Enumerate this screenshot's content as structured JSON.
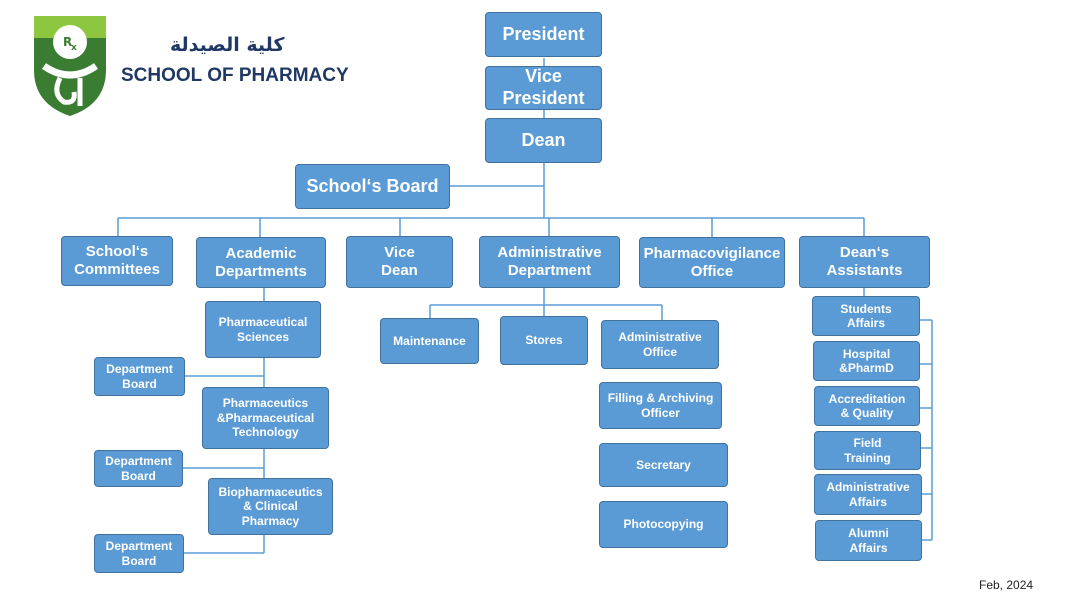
{
  "header": {
    "arabic_name": "كلية الصيدلة",
    "school_name": "SCHOOL OF PHARMACY",
    "logo_text": "Rx"
  },
  "footer": {
    "date": "Feb, 2024"
  },
  "colors": {
    "box_fill": "#5b9bd5",
    "box_border": "#41719c",
    "line": "#5b9bd5",
    "logo_green": "#3a7d32",
    "logo_light": "#8dc63f"
  },
  "nodes": {
    "president": "President",
    "vice_president": "Vice\nPresident",
    "dean": "Dean",
    "schools_board": "School‘s Board",
    "schools_committees": "School‘s\nCommittees",
    "academic_departments": "Academic\nDepartments",
    "vice_dean": "Vice\nDean",
    "administrative_department": "Administrative\nDepartment",
    "pharmacovigilance_office": "Pharmacovigilance\nOffice",
    "deans_assistants": "Dean‘s\nAssistants",
    "pharmaceutical_sciences": "Pharmaceutical\nSciences",
    "department_board_1": "Department\nBoard",
    "pharmaceutics": "Pharmaceutics\n&Pharmaceutical\nTechnology",
    "department_board_2": "Department\nBoard",
    "biopharmaceutics": "Biopharmaceutics\n& Clinical\nPharmacy",
    "department_board_3": "Department\nBoard",
    "maintenance": "Maintenance",
    "stores": "Stores",
    "administrative_office": "Administrative\nOffice",
    "filling_archiving": "Filling & Archiving\nOfficer",
    "secretary": "Secretary",
    "photocopying": "Photocopying",
    "students_affairs": "Students\nAffairs",
    "hospital_pharmd": "Hospital\n&PharmD",
    "accreditation_quality": "Accreditation\n& Quality",
    "field_training": "Field\nTraining",
    "administrative_affairs": "Administrative\nAffairs",
    "alumni_affairs": "Alumni\nAffairs"
  }
}
